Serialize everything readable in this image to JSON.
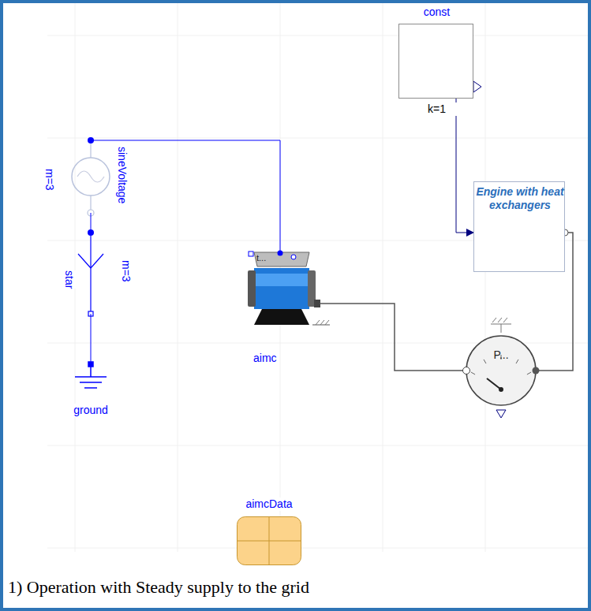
{
  "diagram": {
    "caption": "1) Operation with Steady supply to the grid",
    "nodes": [
      {
        "text": [
          "sineVoltage",
          "m=3"
        ]
      },
      {
        "text": [
          "star",
          "m=3"
        ]
      },
      {
        "text": [
          "ground"
        ]
      },
      {
        "text": [
          "t...",
          "aimc"
        ]
      },
      {
        "text": [
          "const",
          "k=1"
        ]
      },
      {
        "text": [
          "Engine with heat exchangers"
        ]
      },
      {
        "text": [
          "P..."
        ]
      },
      {
        "text": [
          "aimcData"
        ]
      }
    ],
    "edges": [
      {
        "from": 0,
        "to": 3,
        "arrow": "none"
      },
      {
        "from": 0,
        "to": 1,
        "arrow": "none"
      },
      {
        "from": 1,
        "to": 2,
        "arrow": "none"
      },
      {
        "from": 3,
        "to": 6,
        "arrow": "none"
      },
      {
        "from": 6,
        "to": 5,
        "arrow": "none"
      },
      {
        "from": 4,
        "to": 5,
        "arrow": "to"
      }
    ]
  }
}
